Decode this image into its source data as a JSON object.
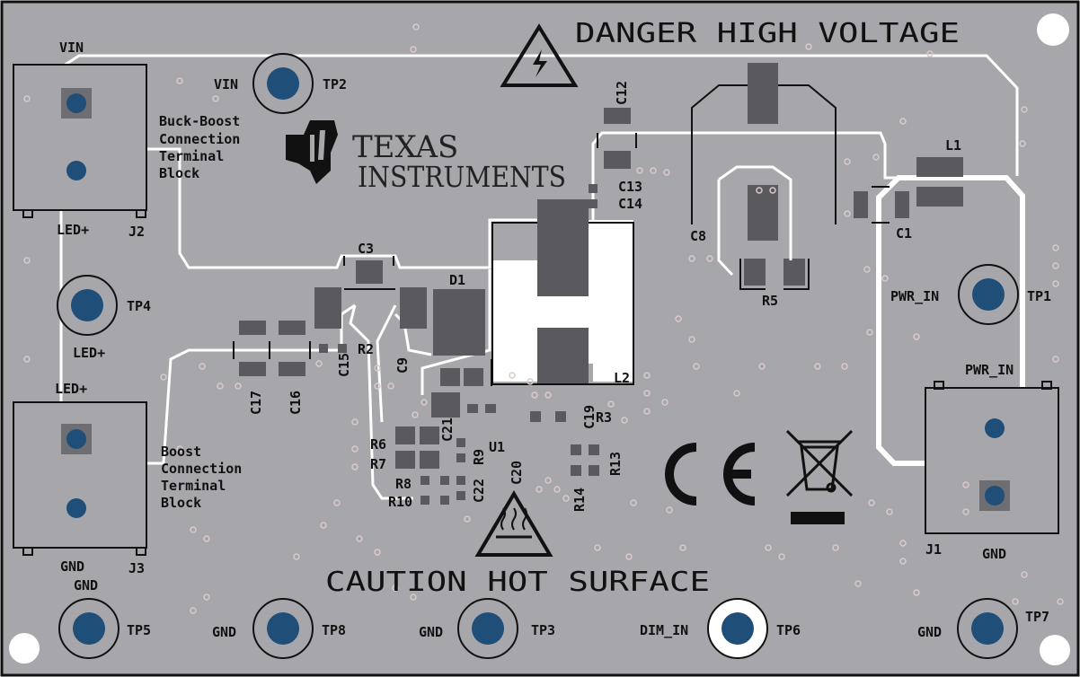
{
  "warnings": {
    "top": "DANGER HIGH VOLTAGE",
    "bottom": "CAUTION HOT SURFACE"
  },
  "logo": {
    "line1": "TEXAS",
    "line2": "INSTRUMENTS"
  },
  "notes": {
    "buck_boost": [
      "Buck-Boost",
      "Connection",
      "Terminal",
      "Block"
    ],
    "boost": [
      "Boost",
      "Connection",
      "Terminal",
      "Block"
    ]
  },
  "connectors": {
    "j2": {
      "ref": "J2",
      "top_label": "VIN",
      "bottom_label": "LED+"
    },
    "j3": {
      "ref": "J3",
      "top_label": "LED+",
      "bottom_label": "GND"
    },
    "j1": {
      "ref": "J1",
      "top_label": "PWR_IN",
      "bottom_label": "GND"
    }
  },
  "test_points": {
    "tp1": {
      "ref": "TP1",
      "net": "PWR_IN"
    },
    "tp2": {
      "ref": "TP2",
      "net": "VIN"
    },
    "tp3": {
      "ref": "TP3",
      "net": "GND"
    },
    "tp4": {
      "ref": "TP4",
      "net": "LED+"
    },
    "tp5": {
      "ref": "TP5",
      "net": "GND"
    },
    "tp6": {
      "ref": "TP6",
      "net": "DIM_IN"
    },
    "tp7": {
      "ref": "TP7",
      "net": "GND"
    },
    "tp8": {
      "ref": "TP8",
      "net": "GND"
    }
  },
  "refdes": {
    "c1": "C1",
    "c3": "C3",
    "c8": "C8",
    "c9": "C9",
    "c12": "C12",
    "c13": "C13",
    "c14": "C14",
    "c15": "C15",
    "c16": "C16",
    "c17": "C17",
    "c19": "C19",
    "c20": "C20",
    "c21": "C21",
    "c22": "C22",
    "d1": "D1",
    "l1": "L1",
    "l2": "L2",
    "r2": "R2",
    "r3": "R3",
    "r5": "R5",
    "r6": "R6",
    "r7": "R7",
    "r8": "R8",
    "r9": "R9",
    "r10": "R10",
    "r13": "R13",
    "r14": "R14",
    "u1": "U1"
  },
  "marks": {
    "ce": "CE"
  },
  "colors": {
    "board": "#a7a7ab",
    "copper": "#8f8f93",
    "pad": "#5a5a5e",
    "testpoint": "#1f4e79",
    "silkscreen": "#ffffff",
    "outline": "#111111"
  }
}
